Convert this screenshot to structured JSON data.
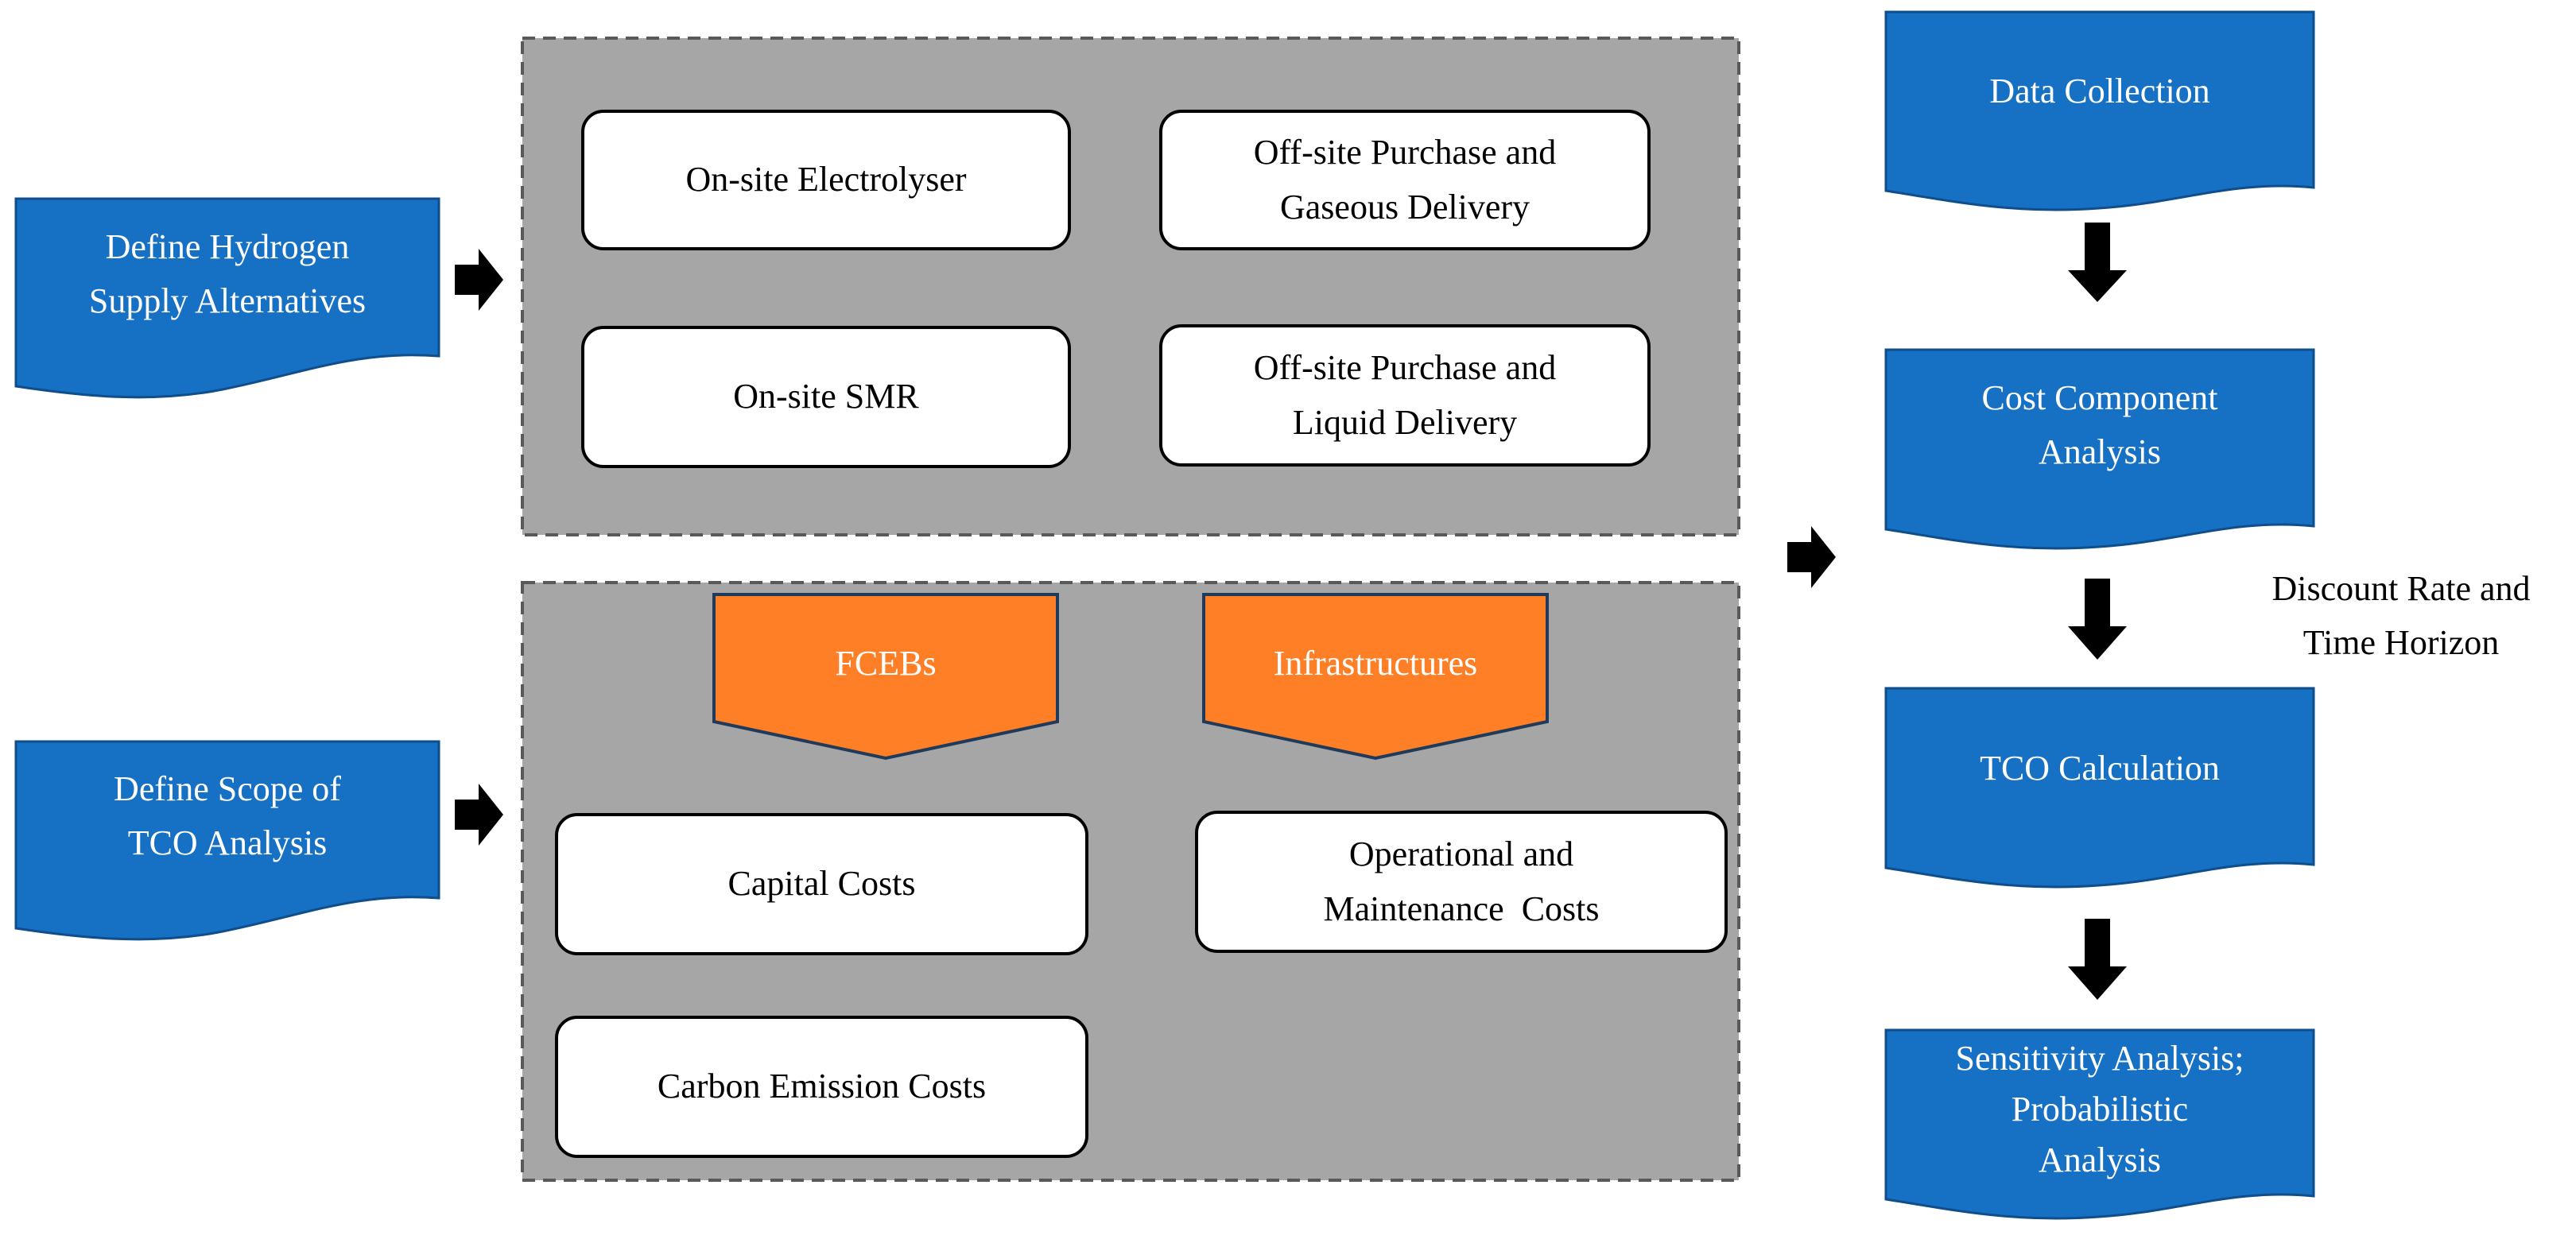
{
  "diagram": {
    "left_steps": {
      "supply": {
        "line1": "Define Hydrogen",
        "line2": "Supply Alternatives"
      },
      "scope": {
        "line1": "Define Scope of",
        "line2": "TCO Analysis"
      }
    },
    "supply_options": {
      "electrolyser": "On-site Electrolyser",
      "gaseous": {
        "line1": "Off-site Purchase and",
        "line2": "Gaseous Delivery"
      },
      "smr": "On-site SMR",
      "liquid": {
        "line1": "Off-site Purchase and",
        "line2": "Liquid Delivery"
      }
    },
    "scope_categories": {
      "fcebs": "FCEBs",
      "infrastructures": "Infrastructures"
    },
    "cost_types": {
      "capital": "Capital Costs",
      "om": {
        "line1": "Operational and",
        "line2": "Maintenance  Costs"
      },
      "carbon": "Carbon Emission Costs"
    },
    "workflow": {
      "data_collection": "Data Collection",
      "cost_component": {
        "line1": "Cost Component",
        "line2": "Analysis"
      },
      "tco_calculation": "TCO Calculation",
      "sensitivity": {
        "line1": "Sensitivity Analysis;",
        "line2": "Probabilistic",
        "line3": "Analysis"
      }
    },
    "side_note": {
      "line1": "Discount Rate and",
      "line2": "Time Horizon"
    },
    "colors": {
      "document_fill": "#1670C4",
      "document_stroke": "#0F4E8A",
      "group_fill": "#A6A6A6",
      "tag_fill": "#FF7F27",
      "tag_stroke": "#1F3A5A"
    }
  }
}
